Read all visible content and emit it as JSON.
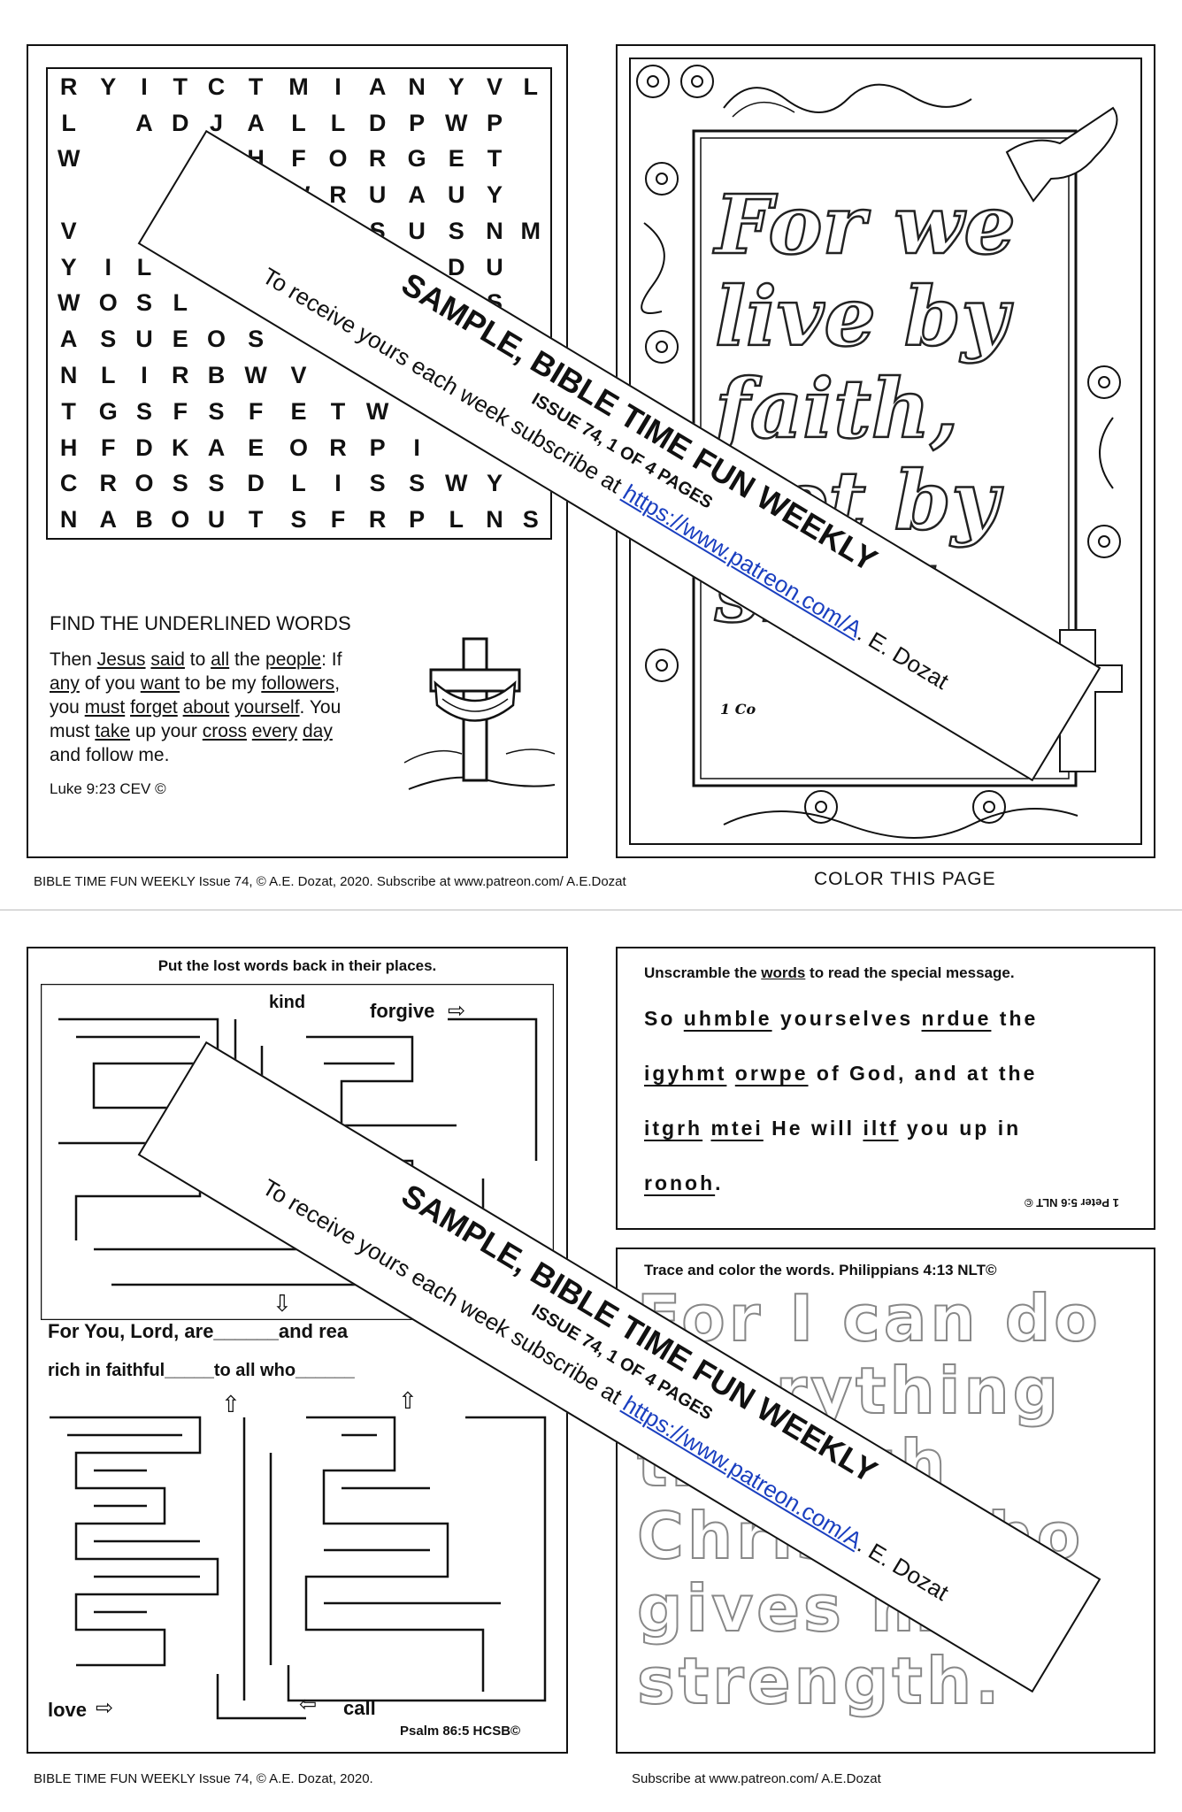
{
  "wordsearch": {
    "grid": [
      [
        "R",
        "Y",
        "I",
        "T",
        "C",
        "T",
        "M",
        "I",
        "A",
        "N",
        "Y",
        "V",
        "L"
      ],
      [
        "L",
        "",
        "A",
        "D",
        "J",
        "A",
        "L",
        "L",
        "D",
        "P",
        "W",
        "P",
        ""
      ],
      [
        "W",
        "",
        "",
        "",
        "E",
        "H",
        "F",
        "O",
        "R",
        "G",
        "E",
        "T",
        ""
      ],
      [
        "",
        "",
        "",
        "",
        "",
        "",
        "W",
        "R",
        "U",
        "A",
        "U",
        "Y",
        ""
      ],
      [
        "V",
        "",
        "",
        "",
        "",
        "",
        "",
        "U",
        "S",
        "U",
        "S",
        "N",
        "M"
      ],
      [
        "Y",
        "I",
        "L",
        "",
        "",
        "",
        "",
        "",
        "",
        "L",
        "D",
        "U",
        ""
      ],
      [
        "W",
        "O",
        "S",
        "L",
        "",
        "",
        "",
        "",
        "",
        "",
        "",
        "S",
        ""
      ],
      [
        "A",
        "S",
        "U",
        "E",
        "O",
        "S",
        "",
        "",
        "",
        "",
        "",
        "",
        ""
      ],
      [
        "N",
        "L",
        "I",
        "R",
        "B",
        "W",
        "V",
        "",
        "",
        "",
        "",
        "",
        ""
      ],
      [
        "T",
        "G",
        "S",
        "F",
        "S",
        "F",
        "E",
        "T",
        "W",
        "",
        "",
        "",
        ""
      ],
      [
        "H",
        "F",
        "D",
        "K",
        "A",
        "E",
        "O",
        "R",
        "P",
        "I",
        "",
        "",
        ""
      ],
      [
        "C",
        "R",
        "O",
        "S",
        "S",
        "D",
        "L",
        "I",
        "S",
        "S",
        "W",
        "Y",
        ""
      ],
      [
        "N",
        "A",
        "B",
        "O",
        "U",
        "T",
        "S",
        "F",
        "R",
        "P",
        "L",
        "N",
        "S"
      ]
    ],
    "title": "FIND THE UNDERLINED WORDS",
    "verse": {
      "l1a": "Then ",
      "w1": "Jesus",
      "l1b": " ",
      "w2": "said",
      "l1c": " to ",
      "w3": "all",
      "l1d": " the ",
      "w4": "people",
      "l1e": ": If",
      "w5": "any",
      "l2a": " of you ",
      "w6": "want",
      "l2b": " to be my ",
      "w7": "followers",
      "l2c": ",",
      "l3a": "you ",
      "w8": "must",
      "l3b": " ",
      "w9": "forget",
      "l3c": " ",
      "w10": "about",
      "l3d": " ",
      "w11": "yourself",
      "l3e": ". You",
      "l4a": "must ",
      "w12": "take",
      "l4b": " up your ",
      "w13": "cross",
      "l4c": " ",
      "w14": "every",
      "l4d": " ",
      "w15": "day",
      "l5": "and follow me."
    },
    "reference": "Luke 9:23 CEV ©"
  },
  "footers": {
    "top_left": "BIBLE TIME FUN WEEKLY Issue 74, © A.E. Dozat, 2020.  Subscribe at www.patreon.com/ A.E.Dozat",
    "top_right": "COLOR THIS PAGE",
    "bottom_left": "BIBLE TIME FUN WEEKLY Issue 74, © A.E. Dozat, 2020.",
    "bottom_right": "Subscribe at www.patreon.com/ A.E.Dozat"
  },
  "coloring": {
    "lines": [
      "For we",
      "live by",
      "faith,",
      "not by",
      "sight."
    ],
    "reference": "1 Co"
  },
  "maze": {
    "title": "Put the lost words back in their places.",
    "words": {
      "kind": "kind",
      "forgive": "forgive",
      "love": "love",
      "call": "call"
    },
    "line1": "For You, Lord, are______and rea",
    "line2": "rich in faithful_____to all who______",
    "reference": "Psalm 86:5 HCSB©"
  },
  "unscramble": {
    "title_a": "Unscramble the ",
    "title_w": "words",
    "title_b": " to read the special message.",
    "l1a": "So ",
    "s1": "uhmble",
    "l1b": " yourselves ",
    "s2": "nrdue",
    "l1c": " the",
    "s3": "igyhmt",
    "l2a": " ",
    "s4": "orwpe",
    "l2b": " of God, and at the",
    "s5": "itgrh",
    "l3a": " ",
    "s6": "mtei",
    "l3b": " He will ",
    "s7": "iltf",
    "l3c": " you up in",
    "s8": "ronoh",
    "l4": ".",
    "reference": "1 Peter 5:6 NLT ©"
  },
  "trace": {
    "title": "Trace  and color the words. Philippians 4:13 NLT©",
    "lines": [
      "For I can do",
      "everything",
      "through",
      "Christ, who",
      "gives me",
      "strength."
    ]
  },
  "banner": {
    "title": "SAMPLE, BIBLE TIME FUN WEEKLY",
    "issue": "ISSUE 74, 1 OF 4 PAGES",
    "subscribe": "To receive yours each week subscribe at  ",
    "link": "https://www.patreon.com/A",
    "tail": ". E. Dozat"
  }
}
